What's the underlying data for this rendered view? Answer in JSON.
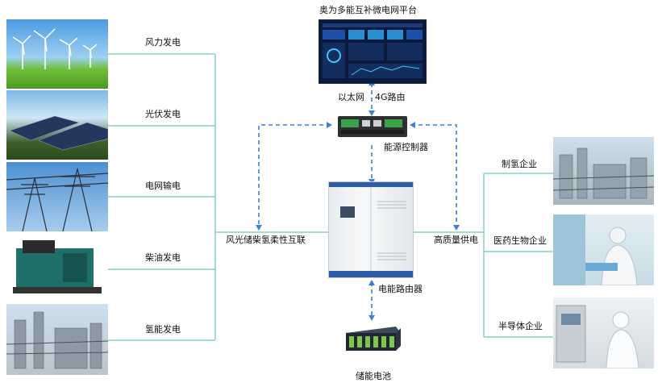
{
  "platform": {
    "title": "奥为多能互补微电网平台"
  },
  "network": {
    "ethernet": "以太网",
    "router_4g": "4G路由"
  },
  "controller": {
    "label": "能源控制器"
  },
  "router": {
    "label": "电能路由器"
  },
  "battery": {
    "label": "储能电池"
  },
  "bus_left": {
    "label": "风光储柴氢柔性互联"
  },
  "bus_right": {
    "label": "高质量供电"
  },
  "sources": [
    {
      "label": "风力发电",
      "image": "wind-turbines"
    },
    {
      "label": "光伏发电",
      "image": "solar-panels"
    },
    {
      "label": "电网输电",
      "image": "transmission-tower"
    },
    {
      "label": "柴油发电",
      "image": "diesel-generator"
    },
    {
      "label": "氢能发电",
      "image": "hydrogen-plant"
    }
  ],
  "loads": [
    {
      "label": "制氢企业",
      "image": "hydrogen-factory"
    },
    {
      "label": "医药生物企业",
      "image": "biopharma-lab"
    },
    {
      "label": "半导体企业",
      "image": "semiconductor-cleanroom"
    }
  ],
  "colors": {
    "solid_line": "#6cc9b0",
    "dashed_line": "#3d7fd8"
  }
}
